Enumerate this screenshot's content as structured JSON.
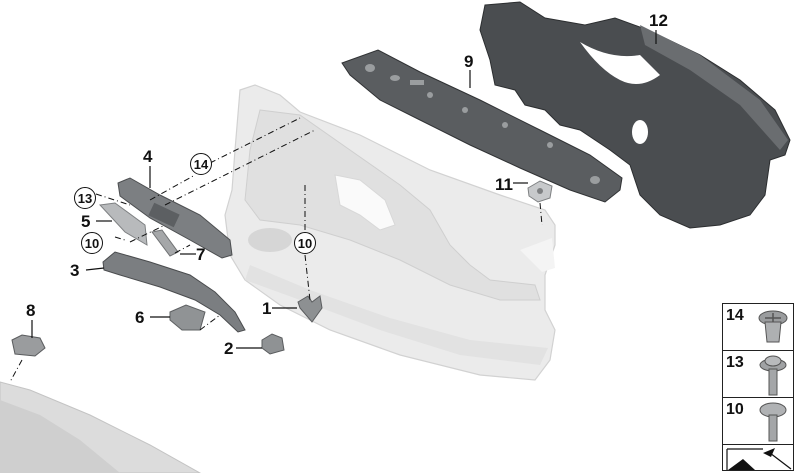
{
  "diagram": {
    "type": "exploded-parts-diagram",
    "subject": "Door trim panel assembly",
    "colors": {
      "background": "#ffffff",
      "trim_panel": "#e9e9e9",
      "dark_parts": "#4a4d50",
      "medium_parts": "#8c8f92",
      "callout_text": "#111111"
    },
    "callouts": [
      {
        "id": "1",
        "label": "1"
      },
      {
        "id": "2",
        "label": "2"
      },
      {
        "id": "3",
        "label": "3"
      },
      {
        "id": "4",
        "label": "4"
      },
      {
        "id": "5",
        "label": "5"
      },
      {
        "id": "6",
        "label": "6"
      },
      {
        "id": "7",
        "label": "7"
      },
      {
        "id": "8",
        "label": "8"
      },
      {
        "id": "9",
        "label": "9"
      },
      {
        "id": "11",
        "label": "11"
      },
      {
        "id": "12",
        "label": "12"
      }
    ],
    "circled_callouts": [
      {
        "id": "14a",
        "label": "14"
      },
      {
        "id": "13a",
        "label": "13"
      },
      {
        "id": "10a",
        "label": "10"
      },
      {
        "id": "10b",
        "label": "10"
      }
    ],
    "fastener_legend": [
      {
        "label": "14",
        "type": "expanding-clip"
      },
      {
        "label": "13",
        "type": "flange-screw"
      },
      {
        "label": "10",
        "type": "pan-head-screw"
      },
      {
        "label": "",
        "type": "direction-arrow"
      }
    ]
  }
}
